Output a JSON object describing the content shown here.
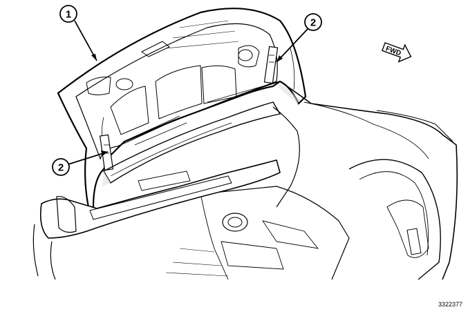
{
  "figure": {
    "callouts": [
      {
        "label": "1",
        "part": "deck-lid"
      },
      {
        "label": "2",
        "part": "gas-strut-right"
      },
      {
        "label": "2",
        "part": "gas-strut-left"
      }
    ],
    "direction_arrow": {
      "label": "FWD"
    },
    "figure_id": "3322377"
  },
  "colors": {
    "line": "#000000",
    "background": "#ffffff",
    "shade": "#d9d9d9"
  }
}
